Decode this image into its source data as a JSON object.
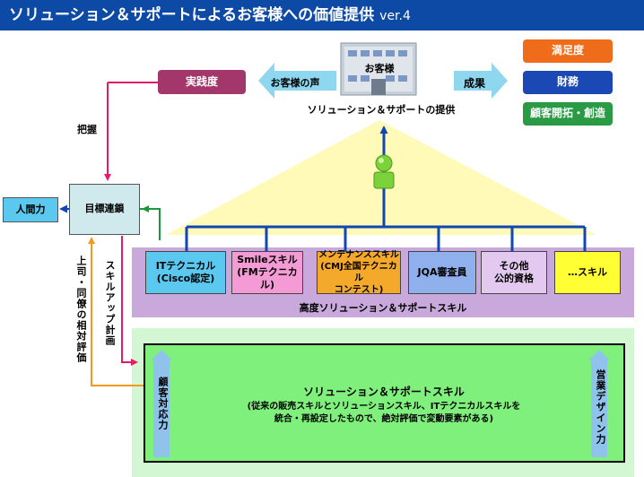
{
  "header": {
    "title": "ソリューション＆サポートによるお客様への価値提供",
    "version": "ver.4"
  },
  "customer": {
    "building_label": "お客様",
    "caption": "ソリューション＆サポートの提供"
  },
  "voice_label": "お客様の声",
  "result_label": "成果",
  "practice_label": "実践度",
  "grasp_label": "把握",
  "outcomes": [
    {
      "label": "満足度",
      "color": "#ef6c1a"
    },
    {
      "label": "財務",
      "color": "#1a48b5"
    },
    {
      "label": "顧客開拓・創造",
      "color": "#2a9a45"
    }
  ],
  "human_power_label": "人間力",
  "goal_chain_label": "目標連鎖",
  "skillup_plan_label": "スキルアップ計画",
  "peer_eval_label": "上司・同僚の相対評価",
  "skills": [
    {
      "label": "ITテクニカル\n(Cisco認定)",
      "color": "#5bc8f0"
    },
    {
      "label": "Smileスキル\n(FMテクニカル)",
      "color": "#f49bd6"
    },
    {
      "label": "メンテナンススキル\n(CMJ全国テクニカル\nコンテスト)",
      "color": "#f5a92a"
    },
    {
      "label": "JQA審査員",
      "color": "#8fb0ec"
    },
    {
      "label": "その他\n公的資格",
      "color": "#e3c9ef"
    },
    {
      "label": "…スキル",
      "color": "#ffff33"
    }
  ],
  "advanced_label": "高度ソリューション＆サポートスキル",
  "base_skill": {
    "title": "ソリューション＆サポートスキル",
    "desc": "(従来の販売スキルとソリューションスキル、ITテクニカルスキルを\n統合・再設定したもので、絶対評価で変動要素がある)"
  },
  "left_vertical_label": "顧客対応力",
  "right_vertical_label": "営業デザイン力"
}
